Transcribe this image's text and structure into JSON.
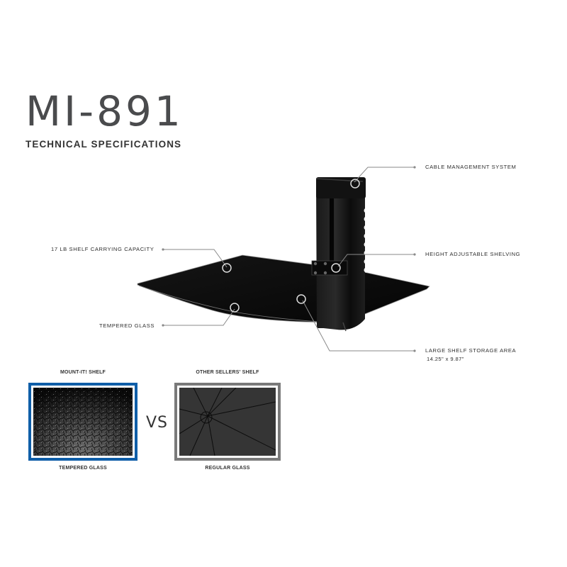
{
  "header": {
    "model": "MI-891",
    "subtitle": "TECHNICAL SPECIFICATIONS"
  },
  "callouts": [
    {
      "id": "cable",
      "label": "CABLE MANAGEMENT SYSTEM"
    },
    {
      "id": "capacity",
      "label": "17 LB SHELF CARRYING CAPACITY"
    },
    {
      "id": "height",
      "label": "HEIGHT ADJUSTABLE SHELVING"
    },
    {
      "id": "glass",
      "label": "TEMPERED GLASS"
    },
    {
      "id": "area",
      "label": "LARGE SHELF STORAGE AREA",
      "sublabel": "14.25\" x 9.87\""
    }
  ],
  "comparison": {
    "left": {
      "heading": "MOUNT-IT! SHELF",
      "caption": "TEMPERED GLASS",
      "frame_color": "#0f5ea8"
    },
    "vs": "VS",
    "right": {
      "heading": "OTHER SELLERS' SHELF",
      "caption": "REGULAR GLASS",
      "frame_color": "#7a7a7a"
    }
  },
  "colors": {
    "title": "#4a4b4d",
    "callout_line": "#8a8a8a",
    "shelf": "#111111"
  }
}
